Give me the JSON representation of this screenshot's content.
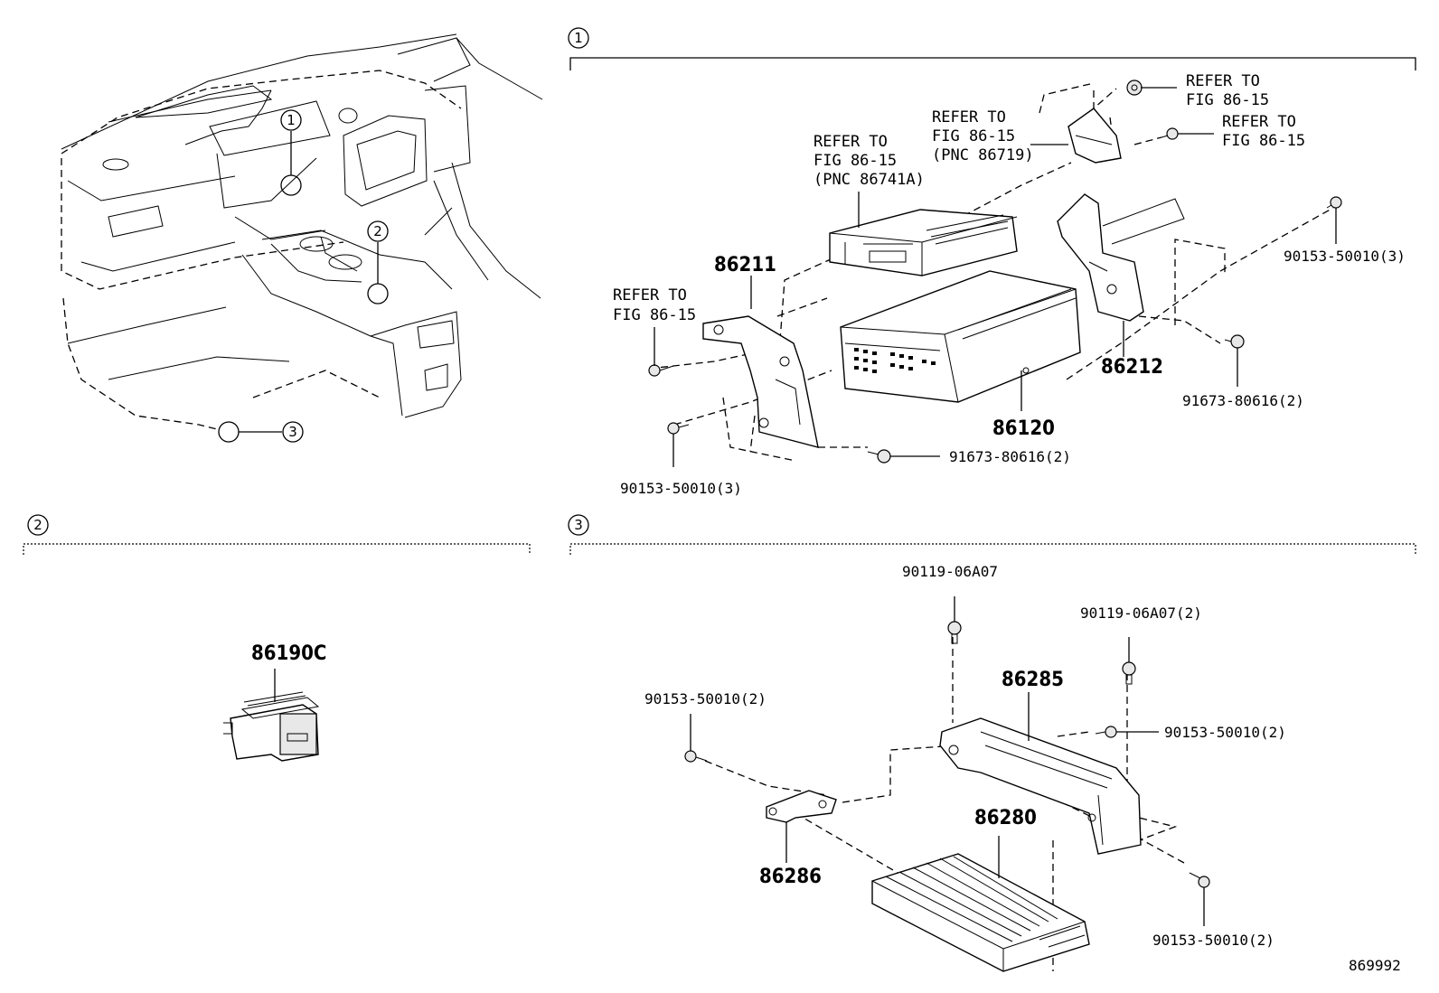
{
  "diagram_id": "869992",
  "sections": {
    "s1": {
      "number": "1"
    },
    "s2": {
      "number": "2"
    },
    "s3": {
      "number": "3"
    }
  },
  "overview": {
    "callout_1": "1",
    "callout_2": "2",
    "callout_3": "3"
  },
  "section1": {
    "refer_a": [
      "REFER TO",
      "FIG 86-15"
    ],
    "refer_b": [
      "REFER TO",
      "FIG 86-15",
      "(PNC 86741A)"
    ],
    "refer_c": [
      "REFER TO",
      "FIG 86-15",
      "(PNC 86719)"
    ],
    "refer_d": [
      "REFER TO",
      "FIG 86-15"
    ],
    "refer_e": [
      "REFER TO",
      "FIG 86-15"
    ],
    "p86211": "86211",
    "p86212": "86212",
    "p86120": "86120",
    "b_90153_right": "90153-50010(3)",
    "b_90153_left": "90153-50010(3)",
    "b_91673_right": "91673-80616(2)",
    "b_91673_mid": "91673-80616(2)"
  },
  "section2": {
    "p86190C": "86190C"
  },
  "section3": {
    "b_90119_a": "90119-06A07",
    "b_90119_b": "90119-06A07(2)",
    "p86285": "86285",
    "p86280": "86280",
    "p86286": "86286",
    "b_90153_left": "90153-50010(2)",
    "b_90153_right": "90153-50010(2)",
    "b_90153_bottom": "90153-50010(2)"
  }
}
